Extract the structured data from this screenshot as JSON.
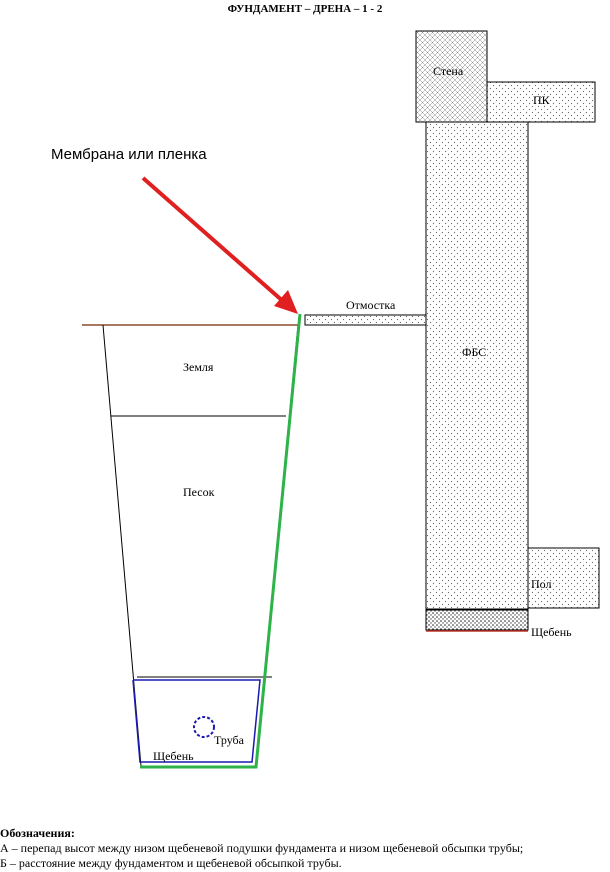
{
  "title": "ФУНДАМЕНТ – ДРЕНА – 1 - 2",
  "callout": "Мембрана или пленка",
  "labels": {
    "wall": "Стена",
    "pk": "ПК",
    "fbs": "ФБС",
    "otmostka": "Отмостка",
    "earth": "Земля",
    "sand": "Песок",
    "pipe": "Труба",
    "gravel_trench": "Щебень",
    "floor": "Пол",
    "gravel_foundation": "Щебень"
  },
  "legend": {
    "heading": "Обозначения:",
    "items": [
      "А – перепад высот между низом щебеневой подушки фундамента и низом щебеневой обсыпки трубы;",
      "Б – расстояние между фундаментом и щебеневой обсыпкой трубы."
    ]
  },
  "colors": {
    "membrane": "#2db34a",
    "arrow": "#e02020",
    "pipe": "#1a1ab0",
    "gravel_outline": "#1a1ab0",
    "ground_line": "#8b4a2b",
    "gravel_bottom": "#c0392b"
  }
}
